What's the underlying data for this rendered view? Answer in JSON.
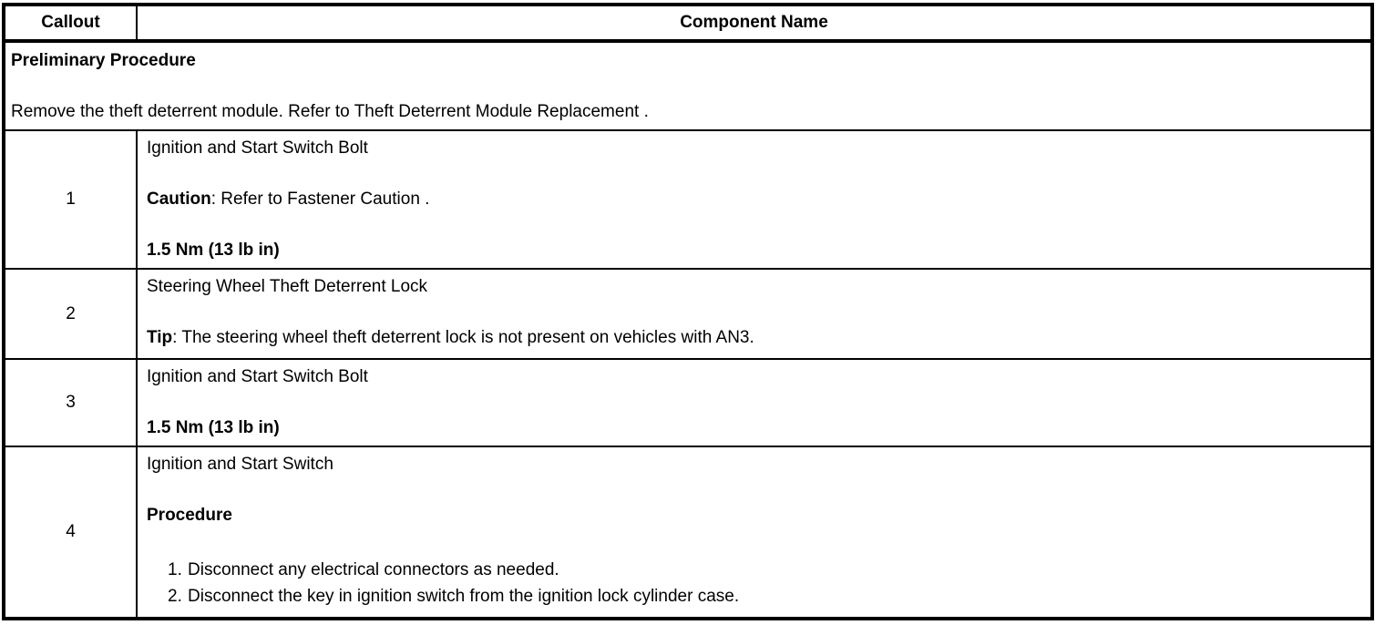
{
  "header": {
    "callout_label": "Callout",
    "component_label": "Component Name"
  },
  "preliminary": {
    "title": "Preliminary Procedure",
    "instruction": "Remove the theft deterrent module. Refer to Theft Deterrent Module Replacement ."
  },
  "rows": {
    "r1": {
      "callout": "1",
      "component": "Ignition and Start Switch Bolt",
      "caution_label": "Caution",
      "caution_text": ": Refer to Fastener Caution .",
      "torque": "1.5 Nm (13 lb in)"
    },
    "r2": {
      "callout": "2",
      "component": "Steering Wheel Theft Deterrent Lock",
      "tip_label": "Tip",
      "tip_text": ": The steering wheel theft deterrent lock is not present on vehicles with AN3."
    },
    "r3": {
      "callout": "3",
      "component": "Ignition and Start Switch Bolt",
      "torque": "1.5 Nm (13 lb in)"
    },
    "r4": {
      "callout": "4",
      "component": "Ignition and Start Switch",
      "procedure_heading": "Procedure",
      "step1_num": "1.",
      "step1_text": "Disconnect any electrical connectors as needed.",
      "step2_num": "2.",
      "step2_text": "Disconnect the key in ignition switch from the ignition lock cylinder case."
    }
  },
  "colors": {
    "border": "#000000",
    "text": "#000000",
    "background": "#ffffff"
  }
}
